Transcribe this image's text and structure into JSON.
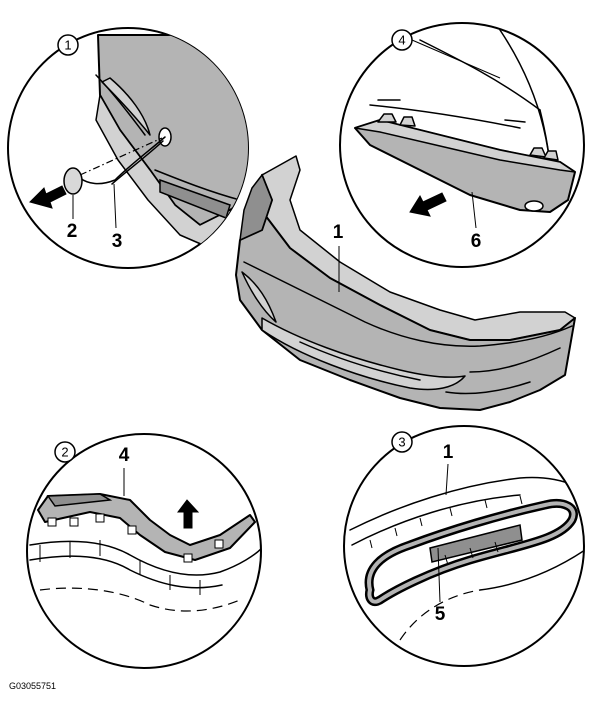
{
  "views": {
    "detail_1": {
      "badge": "1"
    },
    "detail_2": {
      "badge": "2"
    },
    "detail_3": {
      "badge": "3"
    },
    "detail_4": {
      "badge": "4"
    }
  },
  "callouts": {
    "bumper_main": "1",
    "detail_1_cap": "2",
    "detail_1_tether": "3",
    "detail_2_strip": "4",
    "detail_3_bumper": "1",
    "detail_3_seal": "5",
    "detail_4_strip": "6"
  },
  "document_id": "G03055751",
  "colors": {
    "panel": "#b4b4b4",
    "outline": "#000000",
    "background": "#ffffff"
  }
}
